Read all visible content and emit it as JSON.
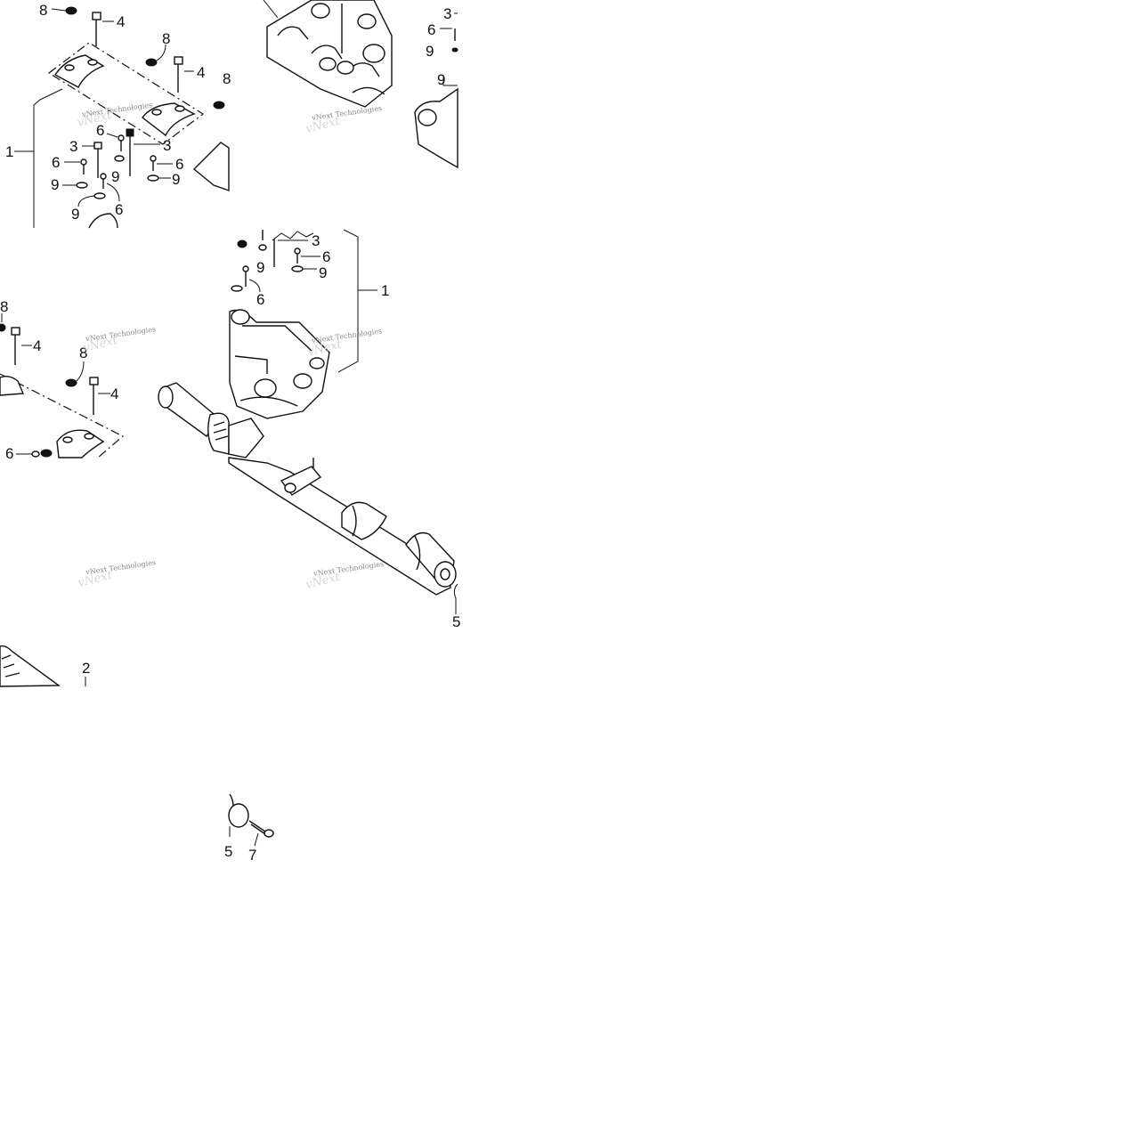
{
  "tiles": [
    {
      "id": "top-left",
      "callouts": [
        "8",
        "4",
        "8",
        "4",
        "1",
        "6",
        "3",
        "3",
        "6",
        "6",
        "9",
        "9",
        "9",
        "9",
        "6",
        "8"
      ]
    },
    {
      "id": "top-right",
      "callouts": [
        "3",
        "6",
        "9",
        "9"
      ]
    },
    {
      "id": "middle-left",
      "callouts": [
        "8",
        "4",
        "8",
        "4",
        "6"
      ]
    },
    {
      "id": "middle-right",
      "callouts": [
        "3",
        "6",
        "9",
        "9",
        "6",
        "1"
      ]
    },
    {
      "id": "lower-left",
      "callouts": [
        "2"
      ]
    },
    {
      "id": "lower-right",
      "callouts": [
        "5"
      ]
    },
    {
      "id": "bottom-right",
      "callouts": [
        "5",
        "7"
      ]
    }
  ],
  "watermarks": [
    "vNext Technologies",
    "vNext Technologies",
    "vNext Technologies",
    "vNext Technologies",
    "vNext Technologies",
    "vNext Technologies"
  ],
  "colors": {
    "line": "#111111",
    "background": "#ffffff",
    "watermark": "#888888"
  }
}
